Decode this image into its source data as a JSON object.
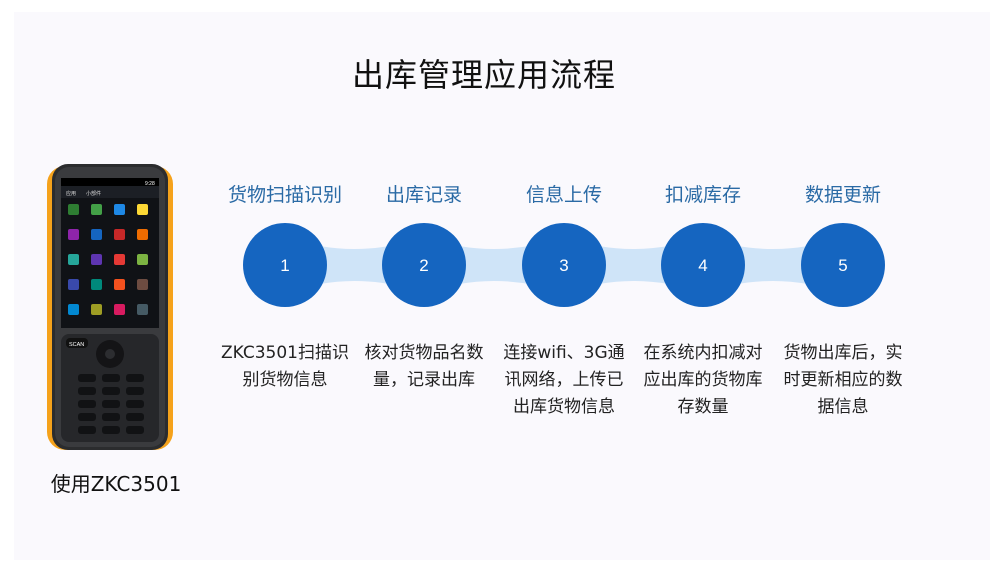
{
  "title": "出库管理应用流程",
  "device": {
    "caption": "使用ZKC3501",
    "status_time": "9:28",
    "screen_tabs": [
      "应用",
      "小部件"
    ],
    "scan_key": "SCAN"
  },
  "steps": [
    {
      "number": "1",
      "title": "货物扫描识别",
      "description": "ZKC3501扫描识别货物信息"
    },
    {
      "number": "2",
      "title": "出库记录",
      "description": "核对货物品名数量，记录出库"
    },
    {
      "number": "3",
      "title": "信息上传",
      "description": "连接wifi、3G通讯网络，上传已出库货物信息"
    },
    {
      "number": "4",
      "title": "扣减库存",
      "description": "在系统内扣减对应出库的货物库存数量"
    },
    {
      "number": "5",
      "title": "数据更新",
      "description": "货物出库后，实时更新相应的数据信息"
    }
  ],
  "colors": {
    "circle": "#1565c0",
    "connector": "#cfe4f8",
    "step_title": "#2a6aa5",
    "background": "#faf9fd"
  }
}
